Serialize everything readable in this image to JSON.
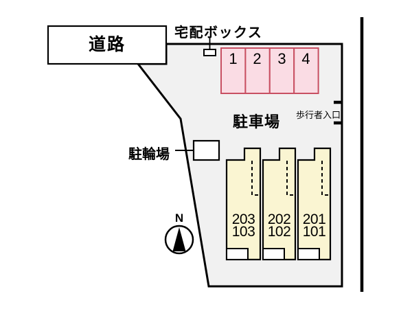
{
  "site_plan": {
    "road_label": "道路",
    "delivery_box_label": "宅配ボックス",
    "parking_lot_label": "駐車場",
    "pedestrian_entrance_label": "歩行者入口",
    "bicycle_parking_label": "駐輪場",
    "compass_north_label": "N",
    "parking_stalls": [
      "1",
      "2",
      "3",
      "4"
    ],
    "building_units": [
      {
        "upper": "203",
        "lower": "103"
      },
      {
        "upper": "202",
        "lower": "102"
      },
      {
        "upper": "201",
        "lower": "101"
      }
    ],
    "colors": {
      "plot_fill": "#f1f1f1",
      "building_fill": "#faf5d2",
      "stall_fill": "#fadce4",
      "stall_border": "#c84f62",
      "line": "#000000"
    }
  }
}
